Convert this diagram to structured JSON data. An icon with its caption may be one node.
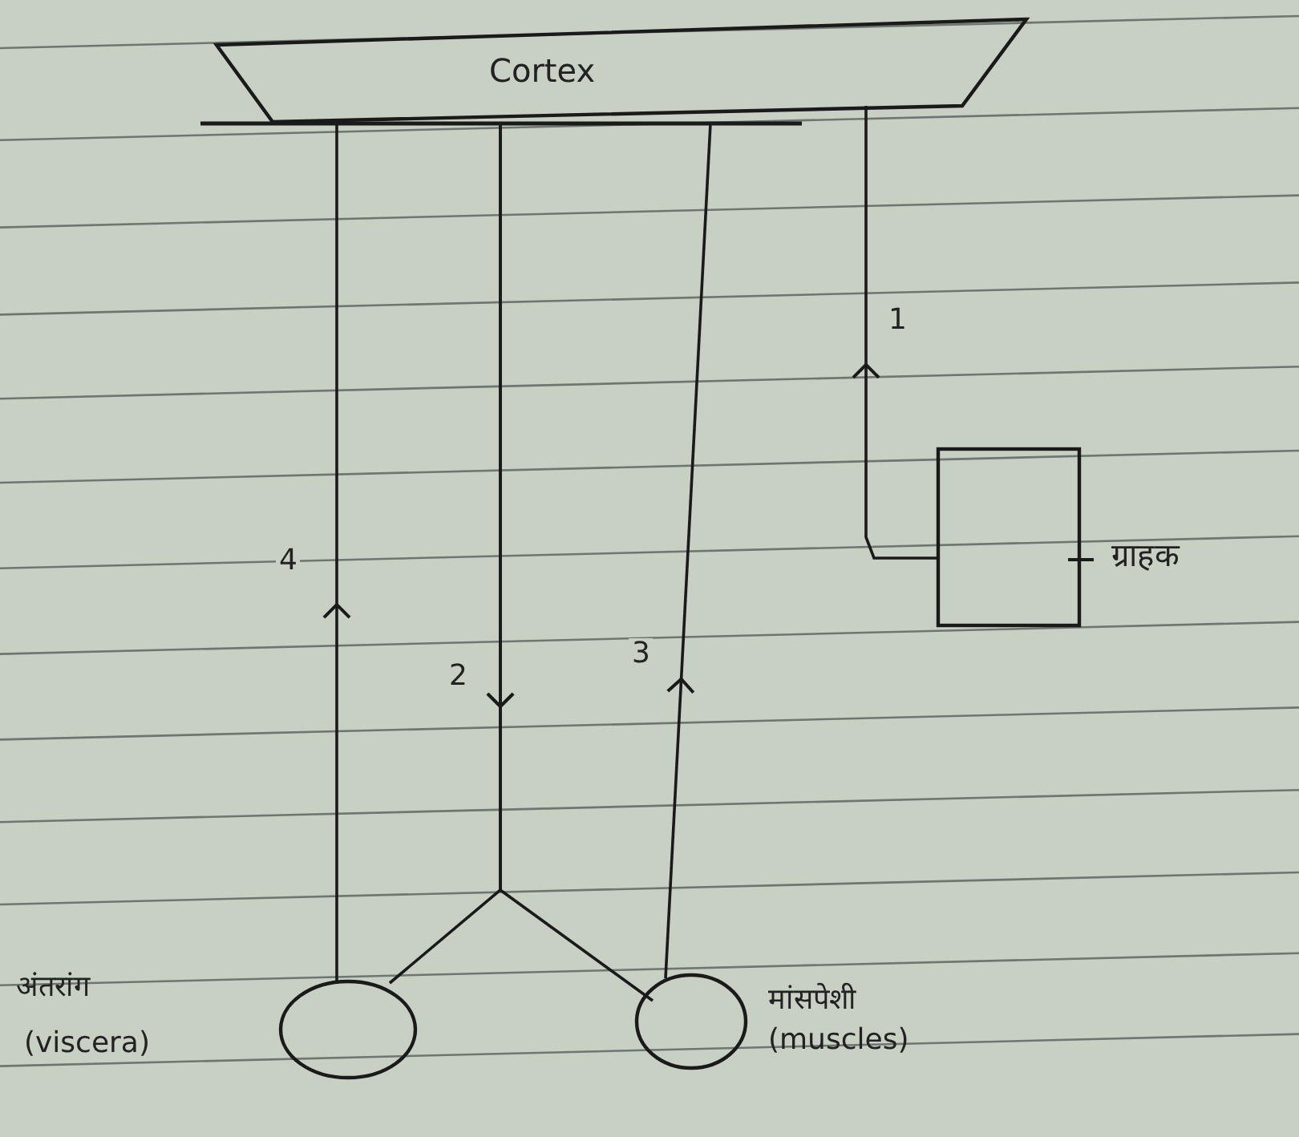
{
  "diagram": {
    "nodes": [
      {
        "text": [
          "Cortex"
        ]
      },
      {
        "text": [
          "ग्राहक"
        ]
      },
      {
        "text": [],
        "shape": "circle",
        "beside": [
          "अंतरांग",
          "(viscera)"
        ]
      },
      {
        "text": [],
        "shape": "circle",
        "beside": [
          "मांसपेशी",
          "(muscles)"
        ]
      }
    ],
    "edges": [
      {
        "from": 2,
        "to": 0,
        "arrow": "to",
        "label": "4"
      },
      {
        "from": 0,
        "to": 2,
        "arrow": "to",
        "label": "2"
      },
      {
        "from": 0,
        "to": 3,
        "arrow": "to"
      },
      {
        "from": 3,
        "to": 0,
        "arrow": "to",
        "label": "3"
      },
      {
        "from": 1,
        "to": 0,
        "arrow": "to",
        "label": "1"
      }
    ]
  }
}
